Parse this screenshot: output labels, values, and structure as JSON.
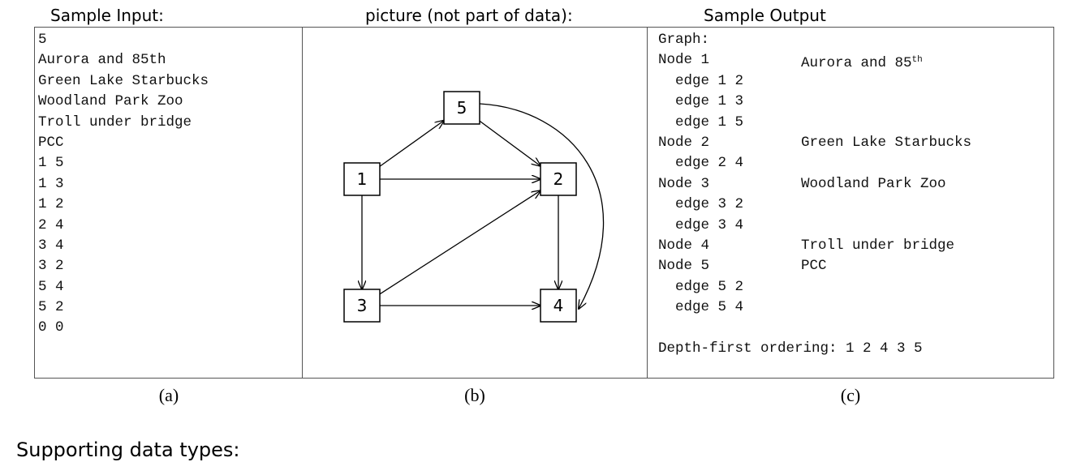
{
  "headers": {
    "input": "Sample Input:",
    "picture": "picture (not part of data):",
    "output": "Sample Output"
  },
  "input_lines": [
    "5",
    "Aurora and 85th",
    "Green Lake Starbucks",
    "Woodland Park Zoo",
    "Troll under bridge",
    "PCC",
    "1 5",
    "1 3",
    "1 2",
    "2 4",
    "3 4",
    "3 2",
    "5 4",
    "5 2",
    "0 0"
  ],
  "graph": {
    "nodes": [
      "1",
      "2",
      "3",
      "4",
      "5"
    ],
    "edges": [
      [
        "1",
        "5"
      ],
      [
        "1",
        "2"
      ],
      [
        "1",
        "3"
      ],
      [
        "5",
        "2"
      ],
      [
        "5",
        "4"
      ],
      [
        "2",
        "4"
      ],
      [
        "3",
        "2"
      ],
      [
        "3",
        "4"
      ]
    ]
  },
  "output": {
    "title": "Graph:",
    "rows": [
      {
        "text": "Node 1",
        "name": "Aurora and 85",
        "sup": "th"
      },
      {
        "text": "  edge 1 2"
      },
      {
        "text": "  edge 1 3"
      },
      {
        "text": "  edge 1 5"
      },
      {
        "text": "Node 2",
        "name": "Green Lake Starbucks"
      },
      {
        "text": "  edge 2 4"
      },
      {
        "text": "Node 3",
        "name": "Woodland Park Zoo"
      },
      {
        "text": "  edge 3 2"
      },
      {
        "text": "  edge 3 4"
      },
      {
        "text": "Node 4",
        "name": "Troll under bridge"
      },
      {
        "text": "Node 5",
        "name": "PCC"
      },
      {
        "text": "  edge 5 2"
      },
      {
        "text": "  edge 5 4"
      }
    ],
    "ordering": "Depth-first ordering: 1 2 4 3 5"
  },
  "captions": [
    "(a)",
    "(b)",
    "(c)"
  ],
  "bottom_heading": "Supporting data types:"
}
